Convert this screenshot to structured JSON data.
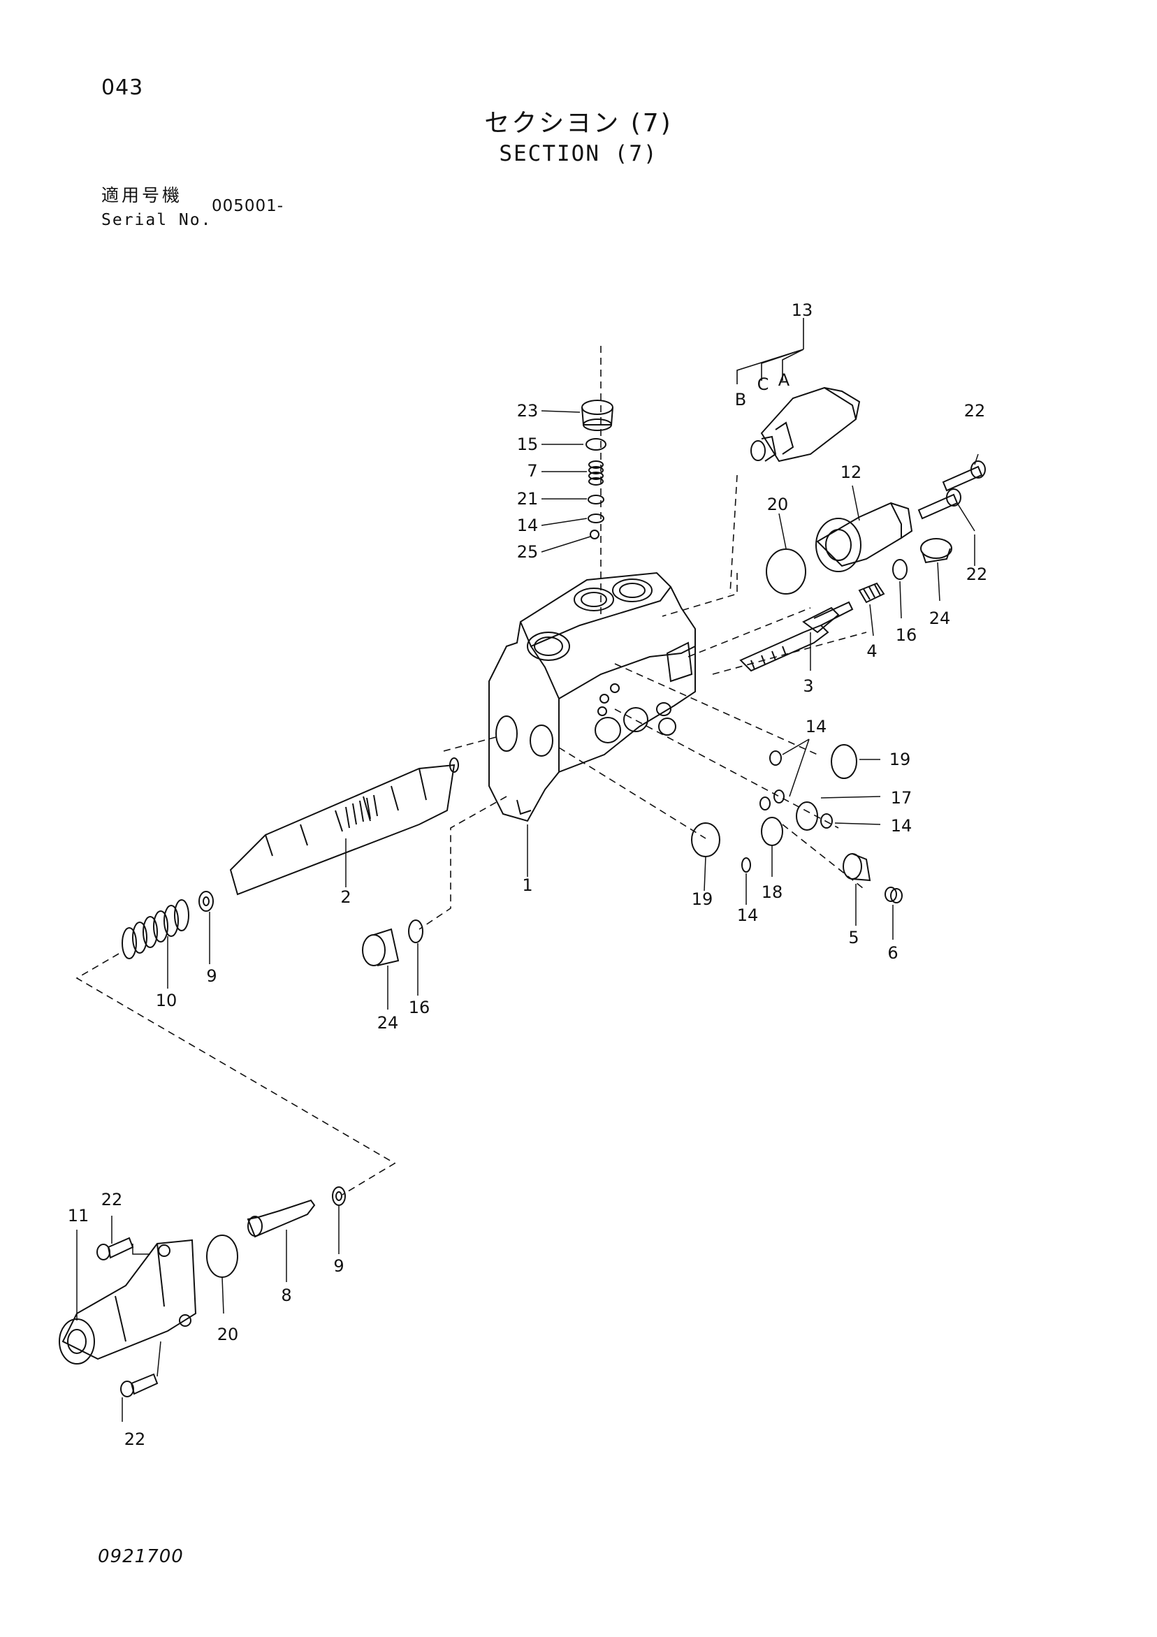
{
  "header": {
    "page_number": "043",
    "title_jp": "セクシヨン (7)",
    "title_en": "SECTION (7)",
    "serial_label_jp": "適用号機",
    "serial_label_en": "Serial No.",
    "serial_value": "005001-"
  },
  "footer": {
    "drawing_code": "0921700"
  },
  "callouts": {
    "c1": "1",
    "c2": "2",
    "c3": "3",
    "c4": "4",
    "c5": "5",
    "c6": "6",
    "c7": "7",
    "c8": "8",
    "c9a": "9",
    "c9b": "9",
    "c10": "10",
    "c11": "11",
    "c12": "12",
    "c13": "13",
    "c13A": "A",
    "c13B": "B",
    "c13C": "C",
    "c14a": "14",
    "c14b": "14",
    "c14c": "14",
    "c14d": "14",
    "c15": "15",
    "c16a": "16",
    "c16b": "16",
    "c17": "17",
    "c18": "18",
    "c19a": "19",
    "c19b": "19",
    "c20a": "20",
    "c20b": "20",
    "c21": "21",
    "c22a": "22",
    "c22b": "22",
    "c22c": "22",
    "c22d": "22",
    "c23": "23",
    "c24a": "24",
    "c24b": "24",
    "c25": "25"
  }
}
